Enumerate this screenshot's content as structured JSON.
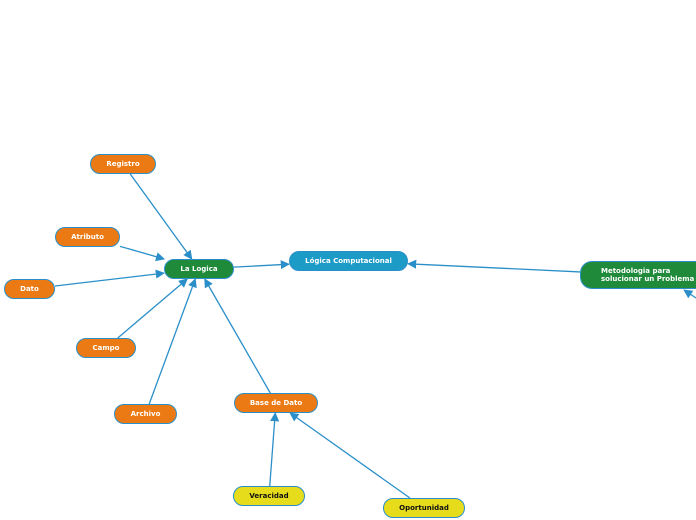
{
  "colors": {
    "edge": "#2a8fc9",
    "orange": "#ec7a14",
    "green": "#1e8a3a",
    "blue": "#1c9bc7",
    "yellow": "#e6dc1c"
  },
  "nodes": {
    "logica_computacional": "Lógica Computacional",
    "la_logica": "La Logica",
    "metodologia": "Metodologia para solucionar un Problema",
    "registro": "Registro",
    "atributo": "Atributo",
    "dato": "Dato",
    "campo": "Campo",
    "archivo": "Archivo",
    "base_de_dato": "Base de Dato",
    "veracidad": "Veracidad",
    "oportunidad": "Oportunidad"
  },
  "edges": [
    {
      "from": "la_logica",
      "to": "logica_computacional"
    },
    {
      "from": "metodologia",
      "to": "logica_computacional"
    },
    {
      "from": "registro",
      "to": "la_logica"
    },
    {
      "from": "atributo",
      "to": "la_logica"
    },
    {
      "from": "dato",
      "to": "la_logica"
    },
    {
      "from": "campo",
      "to": "la_logica"
    },
    {
      "from": "archivo",
      "to": "la_logica"
    },
    {
      "from": "base_de_dato",
      "to": "la_logica"
    },
    {
      "from": "veracidad",
      "to": "base_de_dato"
    },
    {
      "from": "oportunidad",
      "to": "base_de_dato"
    }
  ]
}
